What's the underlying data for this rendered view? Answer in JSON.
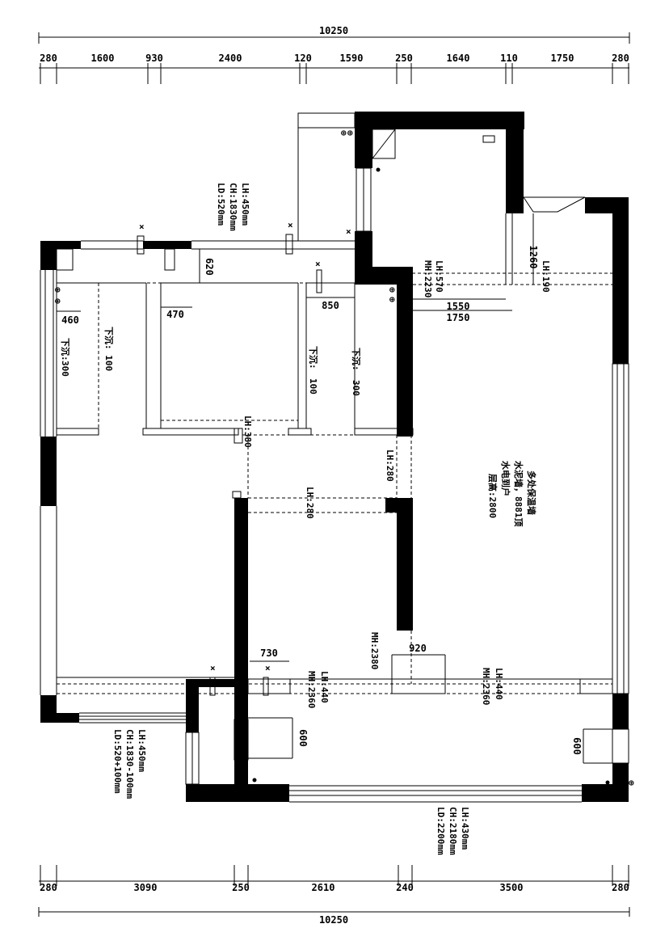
{
  "total_width": "10250",
  "top_dims": [
    "280",
    "1600",
    "930",
    "2400",
    "120",
    "1590",
    "250",
    "1640",
    "110",
    "1750",
    "280"
  ],
  "bottom_dims": [
    "280",
    "3090",
    "250",
    "2610",
    "240",
    "3500",
    "280"
  ],
  "window_top_left": [
    "LH:450mm",
    "CH:1830mm",
    "LD:520mm"
  ],
  "window_bottom_left": [
    "LH:450mm",
    "CH:1830-100mm",
    "LD:520+100mm"
  ],
  "window_bottom_right": [
    "LH:430mm",
    "CH:2180mm",
    "LD:2200mm"
  ],
  "room_dims": {
    "d620": "620",
    "d470": "470",
    "d460": "460",
    "d850": "850",
    "d1550": "1550",
    "d1750": "1750",
    "d1260": "1260",
    "d730": "730",
    "d920": "920",
    "d600a": "600",
    "d600b": "600"
  },
  "sunk": {
    "s1a": "下沉:",
    "s1b": "300",
    "s2": "下沉: 100",
    "s3a": "下沉:",
    "s3b": "100",
    "s4a": "下沉:",
    "s4b": "300"
  },
  "beams": {
    "b_lh570": "LH:570",
    "b_mh2230": "MH:2230",
    "b_lh190": "LH:190",
    "b_lh380": "LH:380",
    "b_lh280a": "LH:280",
    "b_lh280b": "LH:280",
    "b_mh2380": "MH:2380",
    "b_lh440a": "LH:440",
    "b_mh2360a": "MH:2360",
    "b_lh440b": "LH:440",
    "b_mh2360b": "MH:2360"
  },
  "notes": [
    "多处保温墙",
    "水泥墙，8881顶",
    "水电到户",
    "层高:2800"
  ],
  "symbols": {
    "socket": "⊕",
    "tick": "×"
  }
}
